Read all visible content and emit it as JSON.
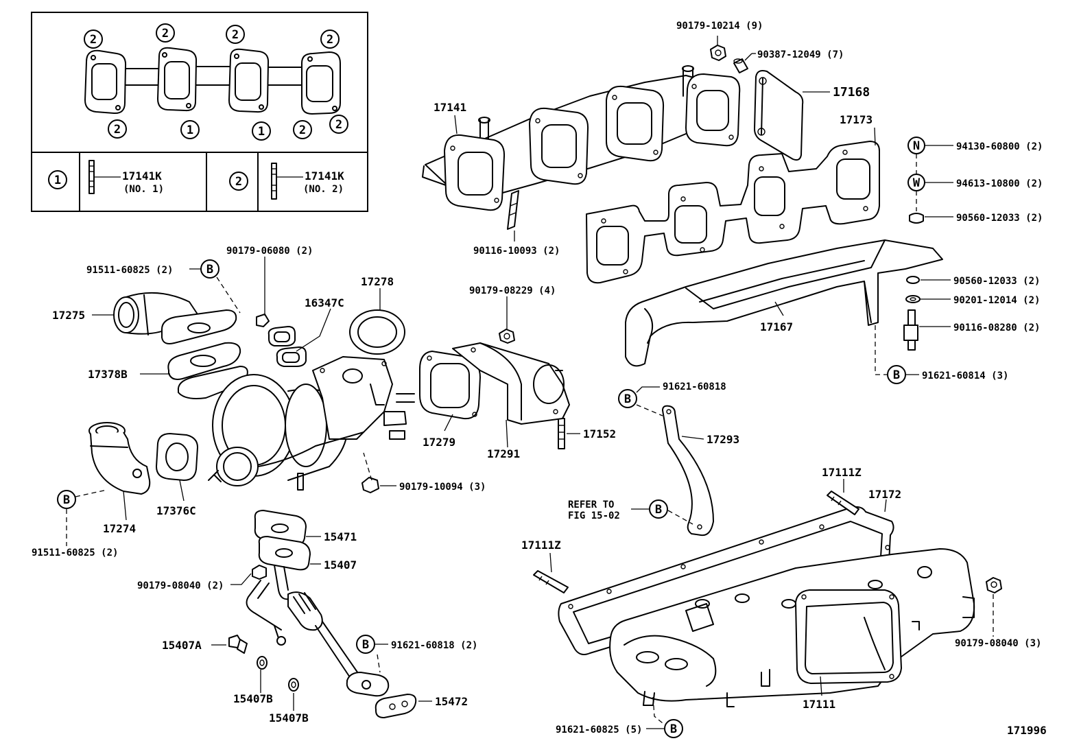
{
  "legend": {
    "gasket_marks": {
      "top": [
        "2",
        "2",
        "2",
        "2"
      ],
      "bottom": [
        "2",
        "1",
        "1",
        "2",
        "2"
      ]
    },
    "rows": [
      {
        "mark": "1",
        "part": "17141K",
        "note": "(NO. 1)"
      },
      {
        "mark": "2",
        "part": "17141K",
        "note": "(NO. 2)"
      }
    ]
  },
  "callouts": {
    "c1": "90179-10214 (9)",
    "c2": "90387-12049 (7)",
    "c3": "17168",
    "c4": "17141",
    "c5": "17173",
    "c6": "94130-60800 (2)",
    "c7": "94613-10800 (2)",
    "c8": "90560-12033 (2)",
    "c9": "90116-10093 (2)",
    "c10": "90179-06080 (2)",
    "c11": "91511-60825 (2)",
    "c12": "17278",
    "c13": "90179-08229 (4)",
    "c14": "16347C",
    "c15": "17275",
    "c16": "90560-12033 (2)",
    "c17": "90201-12014 (2)",
    "c18": "17167",
    "c19": "90116-08280 (2)",
    "c20": "17378B",
    "c21": "91621-60814 (3)",
    "c22": "91621-60818",
    "c23": "17152",
    "c24": "17279",
    "c25": "17291",
    "c26": "17293",
    "c27": "90179-10094 (3)",
    "c28": "17111Z",
    "c29": "17172",
    "c30": "17376C",
    "c31": "17274",
    "c32": "REFER TO",
    "c33": "FIG 15-02",
    "c34": "15471",
    "c35": "91511-60825 (2)",
    "c36": "17111Z",
    "c37": "15407",
    "c38": "90179-08040 (2)",
    "c39": "90179-08040 (3)",
    "c40": "15407A",
    "c41": "91621-60818 (2)",
    "c42": "17111",
    "c43": "15472",
    "c44": "15407B",
    "c45": "15407B",
    "c46": "91621-60825 (5)"
  },
  "markers": {
    "b": "B",
    "n": "N",
    "w": "W"
  },
  "figure_id": "171996"
}
